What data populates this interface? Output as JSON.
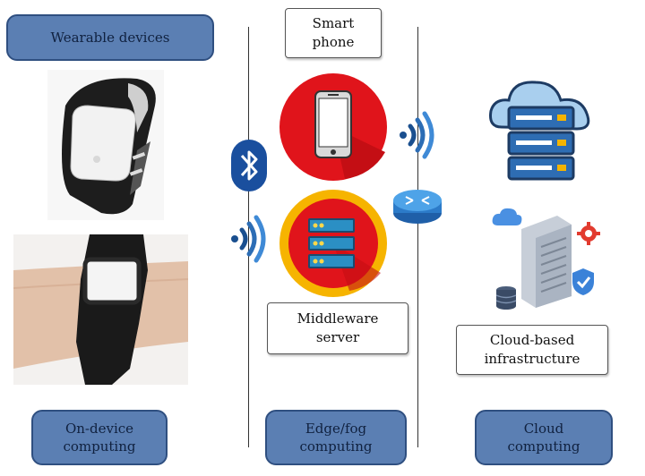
{
  "labels": {
    "wearable_devices": "Wearable devices",
    "smart_phone_line1": "Smart",
    "smart_phone_line2": "phone",
    "middleware_line1": "Middleware",
    "middleware_line2": "server",
    "cloud_infra_line1": "Cloud-based",
    "cloud_infra_line2": "infrastructure",
    "on_device_line1": "On-device",
    "on_device_line2": "computing",
    "edge_fog_line1": "Edge/fog",
    "edge_fog_line2": "computing",
    "cloud_line1": "Cloud",
    "cloud_line2": "computing"
  },
  "icons": [
    "wristband-device-icon",
    "wristband-on-arm-icon",
    "bluetooth-icon",
    "wireless-signal-icon",
    "smartphone-icon",
    "server-icon",
    "router-icon",
    "cloud-server-icon",
    "data-center-icon",
    "gear-icon",
    "shield-icon",
    "database-icon"
  ],
  "colors": {
    "box_fill": "#5b7fb3",
    "box_border": "#2f4f80",
    "phone_circle": "#e0141b",
    "server_circle": "#f6b400",
    "signal_blue": "#1a4f8f"
  }
}
